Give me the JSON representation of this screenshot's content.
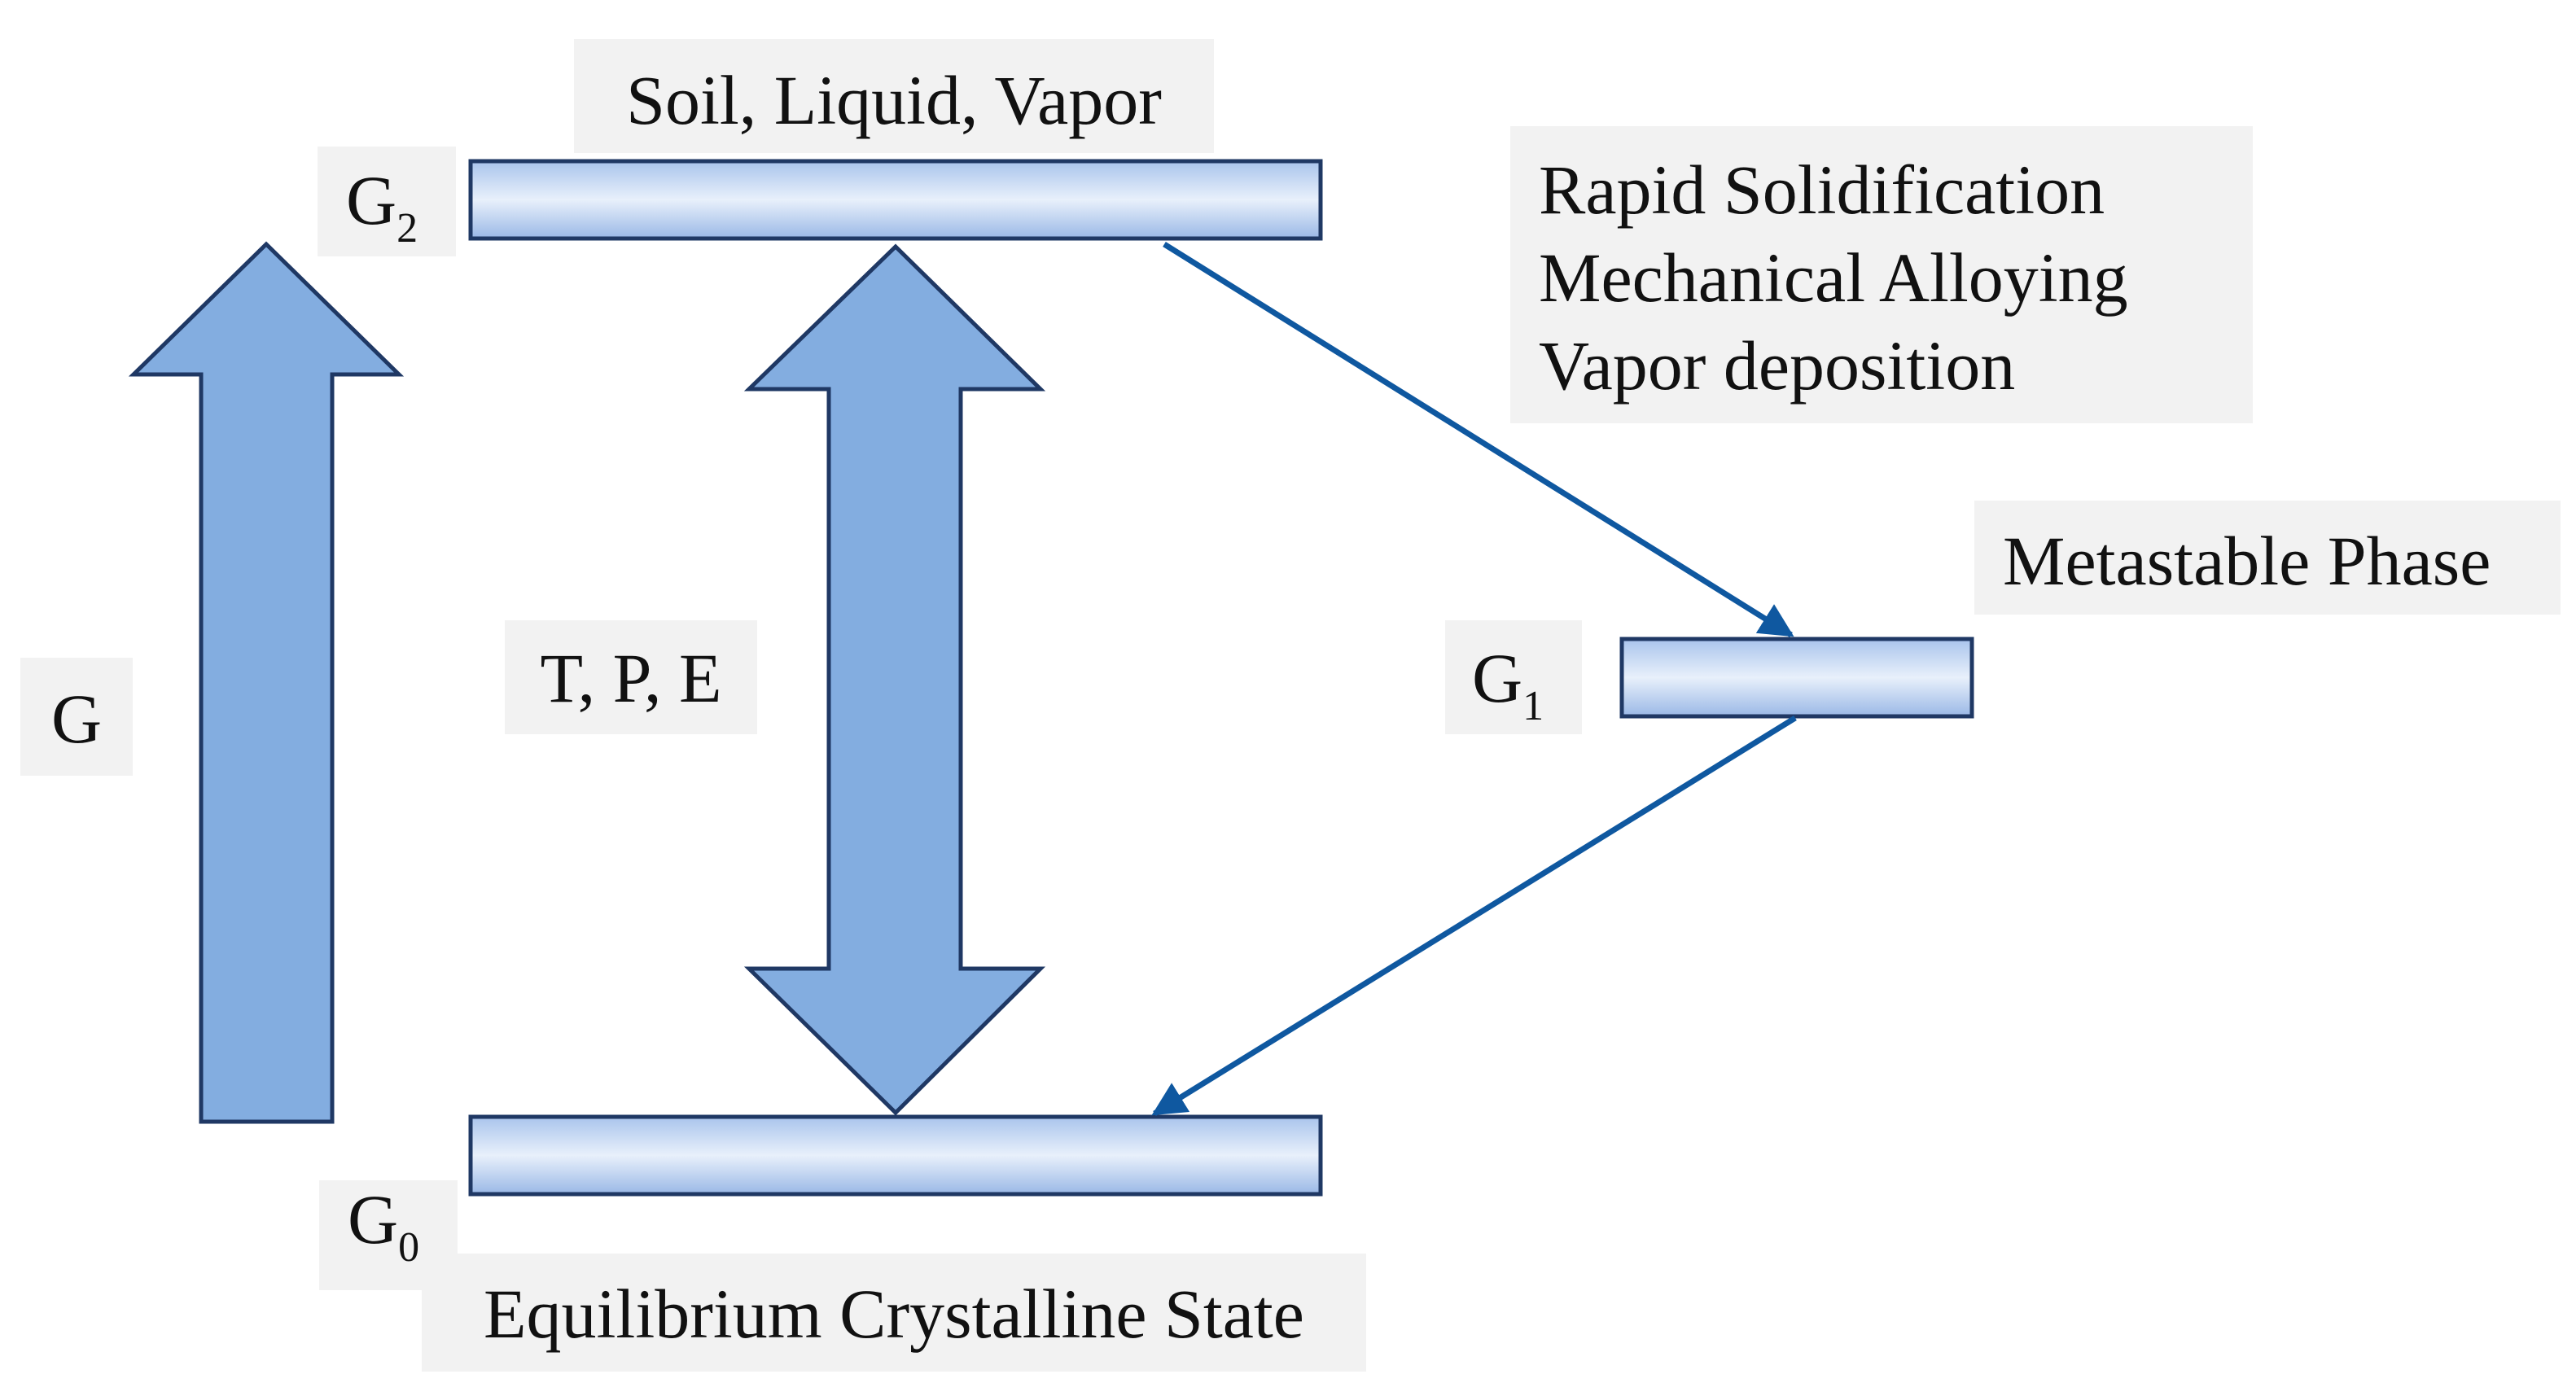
{
  "levels": {
    "g2": {
      "symbol": "G",
      "subscript": "2",
      "caption": "Soil, Liquid, Vapor"
    },
    "g1": {
      "symbol": "G",
      "subscript": "1",
      "caption": "Metastable Phase"
    },
    "g0": {
      "symbol": "G",
      "subscript": "0",
      "caption": "Equilibrium Crystalline State"
    }
  },
  "axis_label": "G",
  "stimulus_label": "T, P, E",
  "methods": [
    "Rapid Solidification",
    "Mechanical Alloying",
    "Vapor deposition"
  ],
  "colors": {
    "level_gradient_top": "#a9c4ec",
    "level_gradient_mid": "#e8f0fb",
    "level_gradient_bottom": "#9ab8e6",
    "level_border": "#1f3864",
    "fat_arrow_fill": "#83ade0",
    "thin_arrow": "#0f58a0",
    "label_background": "#f2f2f2"
  }
}
